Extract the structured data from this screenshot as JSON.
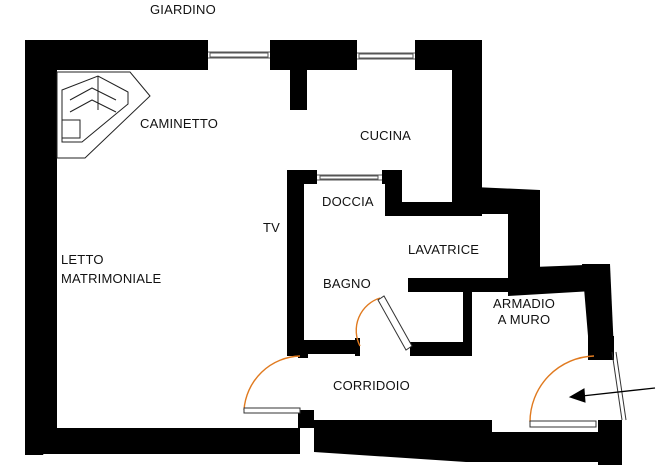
{
  "labels": {
    "garden": "GIARDINO",
    "fireplace": "CAMINETTO",
    "kitchen": "CUCINA",
    "shower": "DOCCIA",
    "tv": "TV",
    "bed_line1": "LETTO",
    "bed_line2": "MATRIMONIALE",
    "washing_machine": "LAVATRICE",
    "bathroom": "BAGNO",
    "wardrobe_line1": "ARMADIO",
    "wardrobe_line2": "A MURO",
    "corridor": "CORRIDOIO"
  },
  "colors": {
    "wall": "#000000",
    "door_swing": "#e07a1f",
    "window_frame": "#555555",
    "background": "#ffffff",
    "text": "#111111"
  },
  "icons": {
    "entrance": "arrow-left-icon",
    "fireplace": "fireplace-symbol"
  }
}
